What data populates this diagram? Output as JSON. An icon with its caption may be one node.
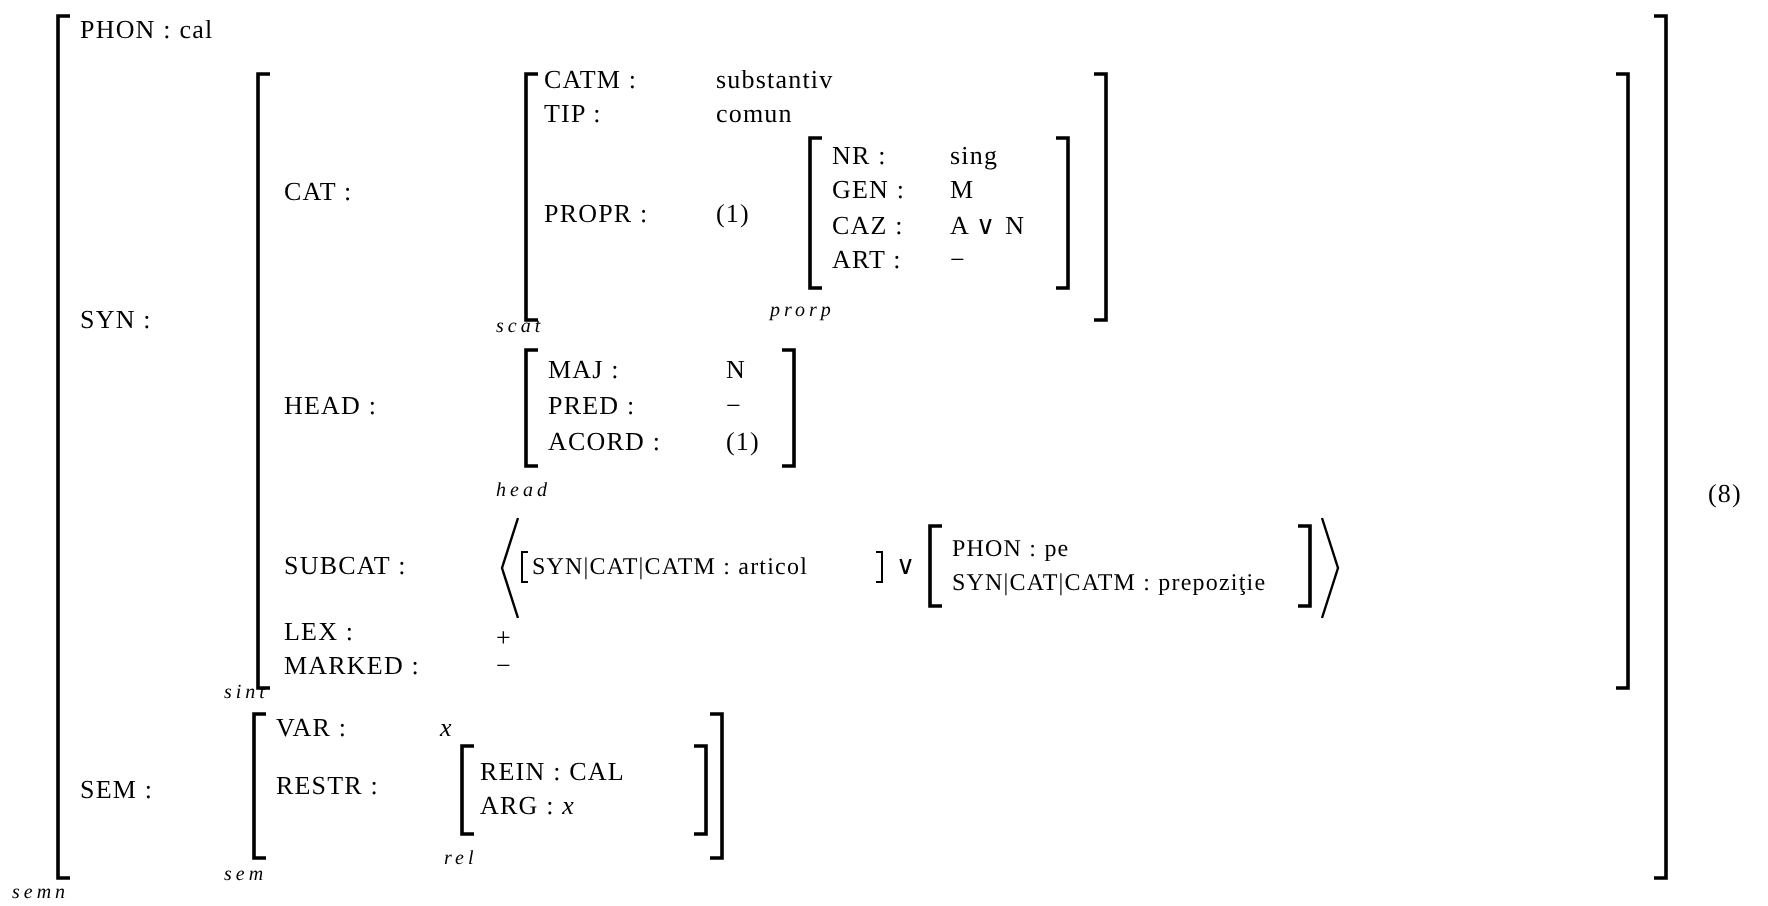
{
  "diagram": {
    "nodes": [
      {
        "text": [
          "PHON : cal",
          "SYN :",
          "SEM :"
        ],
        "beside": [
          "semn"
        ]
      },
      {
        "text": [
          "CAT :",
          "HEAD :",
          "SUBCAT :",
          "LEX :",
          "+",
          "MARKED :",
          "−"
        ],
        "beside": [
          "sint"
        ],
        "in": 0
      },
      {
        "text": [
          "CATM :",
          "substantiv",
          "TIP :",
          "comun",
          "PROPR :",
          "(1)"
        ],
        "beside": [
          "scat"
        ],
        "in": 1
      },
      {
        "text": [
          "NR :",
          "sing",
          "GEN :",
          "M",
          "CAZ :",
          "A ∨ N",
          "ART :",
          "−"
        ],
        "beside": [
          "prorp"
        ],
        "in": 2
      },
      {
        "text": [
          "MAJ :",
          "N",
          "PRED :",
          "−",
          "ACORD :",
          "(1)"
        ],
        "beside": [
          "head"
        ],
        "in": 1
      },
      {
        "text": [
          "∨"
        ],
        "in": 1
      },
      {
        "text": [
          "SYN|CAT|CATM : articol"
        ],
        "in": 5
      },
      {
        "text": [
          "PHON : pe",
          "SYN|CAT|CATM : prepoziţie"
        ],
        "in": 5
      },
      {
        "text": [
          "VAR :",
          "x",
          "RESTR :"
        ],
        "beside": [
          "sem"
        ],
        "in": 0
      },
      {
        "text": [
          "REIN : CAL",
          "ARG : *x*"
        ],
        "beside": [
          "rel"
        ],
        "in": 8
      }
    ],
    "labels": [
      "(8)"
    ]
  }
}
